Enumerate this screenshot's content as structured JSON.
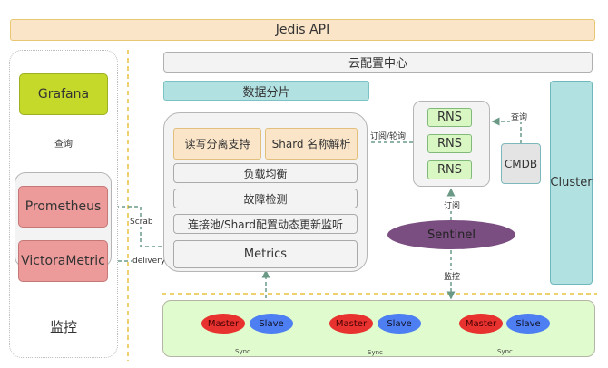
{
  "header": {
    "title": "Jedis API"
  },
  "monitoring": {
    "title": "监控",
    "grafana": "Grafana",
    "query_label": "查询",
    "prometheus": "Prometheus",
    "victoriametric": "VictoraMetric",
    "scrab_label": "Scrab",
    "delivery_label": "delivery"
  },
  "config_center": {
    "label": "云配置中心"
  },
  "sharding": {
    "label": "数据分片",
    "features": {
      "rw_split": "读写分离支持",
      "shard_name": "Shard 名称解析",
      "load_balance": "负载均衡",
      "fault_detect": "故障检测",
      "pool_listen": "连接池/Shard配置动态更新监听",
      "metrics": "Metrics"
    }
  },
  "naming": {
    "rns": [
      "RNS",
      "RNS",
      "RNS"
    ],
    "cmdb": "CMDB",
    "cluster": "Cluster",
    "sentinel": "Sentinel",
    "sub_poll_label": "订阅/轮询",
    "query_label": "查询",
    "subscribe_label": "订阅",
    "monitor_label": "监控"
  },
  "redis": {
    "pairs": [
      {
        "master": "Master",
        "slave": "Slave",
        "sync": "Sync"
      },
      {
        "master": "Master",
        "slave": "Slave",
        "sync": "Sync"
      },
      {
        "master": "Master",
        "slave": "Slave",
        "sync": "Sync"
      }
    ]
  },
  "colors": {
    "api_fill": "#fbe5c8",
    "grafana": "#c5d92a",
    "store": "#ec9a9a",
    "teal": "#b2e1e2",
    "rns": "#d9f7c3",
    "sentinel": "#7a4e80",
    "master": "#e8322f",
    "slave": "#4d7ff2",
    "redis_panel": "#e0fbcd",
    "edge": "#6a9a86",
    "divider": "#e6c23f"
  }
}
